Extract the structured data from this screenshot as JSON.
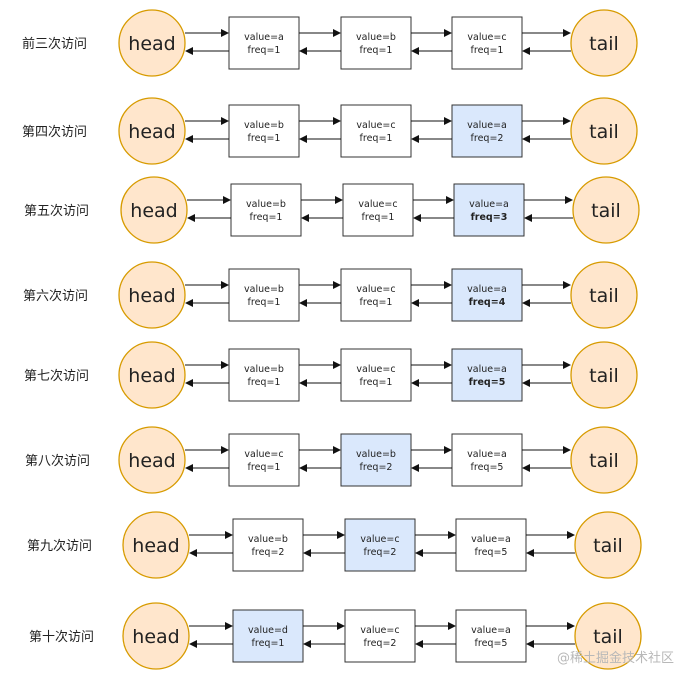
{
  "head_label": "head",
  "tail_label": "tail",
  "colors": {
    "circle_fill": "#ffe6cc",
    "circle_stroke": "#d79b00",
    "node_fill": "#ffffff",
    "node_highlight_fill": "#dae8fc",
    "node_stroke": "#333333",
    "arrow": "#111111"
  },
  "rows": [
    {
      "label": "前三次访问",
      "nodes": [
        {
          "value": "value=a",
          "freq": "freq=1",
          "highlight": false,
          "bold_freq": false
        },
        {
          "value": "value=b",
          "freq": "freq=1",
          "highlight": false,
          "bold_freq": false
        },
        {
          "value": "value=c",
          "freq": "freq=1",
          "highlight": false,
          "bold_freq": false
        }
      ]
    },
    {
      "label": "第四次访问",
      "nodes": [
        {
          "value": "value=b",
          "freq": "freq=1",
          "highlight": false,
          "bold_freq": false
        },
        {
          "value": "value=c",
          "freq": "freq=1",
          "highlight": false,
          "bold_freq": false
        },
        {
          "value": "value=a",
          "freq": "freq=2",
          "highlight": true,
          "bold_freq": false
        }
      ]
    },
    {
      "label": "第五次访问",
      "nodes": [
        {
          "value": "value=b",
          "freq": "freq=1",
          "highlight": false,
          "bold_freq": false
        },
        {
          "value": "value=c",
          "freq": "freq=1",
          "highlight": false,
          "bold_freq": false
        },
        {
          "value": "value=a",
          "freq": "freq=3",
          "highlight": true,
          "bold_freq": true
        }
      ]
    },
    {
      "label": "第六次访问",
      "nodes": [
        {
          "value": "value=b",
          "freq": "freq=1",
          "highlight": false,
          "bold_freq": false
        },
        {
          "value": "value=c",
          "freq": "freq=1",
          "highlight": false,
          "bold_freq": false
        },
        {
          "value": "value=a",
          "freq": "freq=4",
          "highlight": true,
          "bold_freq": true
        }
      ]
    },
    {
      "label": "第七次访问",
      "nodes": [
        {
          "value": "value=b",
          "freq": "freq=1",
          "highlight": false,
          "bold_freq": false
        },
        {
          "value": "value=c",
          "freq": "freq=1",
          "highlight": false,
          "bold_freq": false
        },
        {
          "value": "value=a",
          "freq": "freq=5",
          "highlight": true,
          "bold_freq": true
        }
      ]
    },
    {
      "label": "第八次访问",
      "nodes": [
        {
          "value": "value=c",
          "freq": "freq=1",
          "highlight": false,
          "bold_freq": false
        },
        {
          "value": "value=b",
          "freq": "freq=2",
          "highlight": true,
          "bold_freq": false
        },
        {
          "value": "value=a",
          "freq": "freq=5",
          "highlight": false,
          "bold_freq": false
        }
      ]
    },
    {
      "label": "第九次访问",
      "nodes": [
        {
          "value": "value=b",
          "freq": "freq=2",
          "highlight": false,
          "bold_freq": false
        },
        {
          "value": "value=c",
          "freq": "freq=2",
          "highlight": true,
          "bold_freq": false
        },
        {
          "value": "value=a",
          "freq": "freq=5",
          "highlight": false,
          "bold_freq": false
        }
      ]
    },
    {
      "label": "第十次访问",
      "nodes": [
        {
          "value": "value=d",
          "freq": "freq=1",
          "highlight": true,
          "bold_freq": false
        },
        {
          "value": "value=c",
          "freq": "freq=2",
          "highlight": false,
          "bold_freq": false
        },
        {
          "value": "value=a",
          "freq": "freq=5",
          "highlight": false,
          "bold_freq": false
        }
      ]
    }
  ],
  "watermark": "@稀土掘金技术社区"
}
